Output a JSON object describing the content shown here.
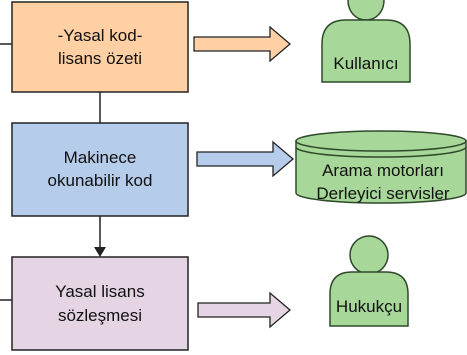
{
  "boxes": [
    {
      "id": "box-1",
      "lines": [
        "-Yasal kod-",
        "lisans özeti"
      ],
      "fill": "#FFD0A3",
      "stroke": "#222222"
    },
    {
      "id": "box-2",
      "lines": [
        "Makinece",
        "okunabilir kod"
      ],
      "fill": "#B5CCEB",
      "stroke": "#222222"
    },
    {
      "id": "box-3",
      "lines": [
        "Yasal lisans",
        "sözleşmesi"
      ],
      "fill": "#E4D4E4",
      "stroke": "#222222"
    }
  ],
  "targets": [
    {
      "id": "target-1",
      "shape": "person",
      "lines": [
        "Kullanıcı"
      ],
      "fill": "#A8D79A"
    },
    {
      "id": "target-2",
      "shape": "database",
      "lines": [
        "Arama motorları",
        "Derleyici servisler"
      ],
      "fill": "#A8D79A"
    },
    {
      "id": "target-3",
      "shape": "person",
      "lines": [
        "Hukukçu"
      ],
      "fill": "#A8D79A"
    }
  ],
  "colors": {
    "stroke": "#222222",
    "green_stroke": "#2E4A2A"
  }
}
